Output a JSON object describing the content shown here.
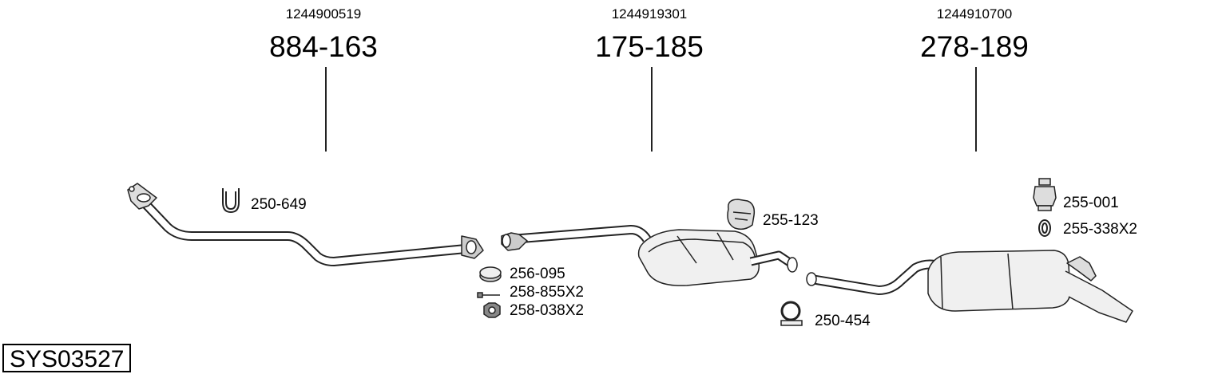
{
  "system_code": "SYS03527",
  "main_parts": [
    {
      "oem": "1244900519",
      "number": "884-163"
    },
    {
      "oem": "1244919301",
      "number": "175-185"
    },
    {
      "oem": "1244910700",
      "number": "278-189"
    }
  ],
  "accessories": [
    {
      "number": "250-649",
      "icon": "u-bolt-clamp-icon"
    },
    {
      "number": "256-095",
      "icon": "gasket-ring-icon"
    },
    {
      "number": "258-855X2",
      "icon": "bolt-icon"
    },
    {
      "number": "258-038X2",
      "icon": "hex-nut-icon"
    },
    {
      "number": "255-123",
      "icon": "rubber-hanger-icon"
    },
    {
      "number": "250-454",
      "icon": "pipe-clamp-icon"
    },
    {
      "number": "255-001",
      "icon": "rubber-mount-icon"
    },
    {
      "number": "255-338X2",
      "icon": "rubber-ring-icon"
    }
  ]
}
